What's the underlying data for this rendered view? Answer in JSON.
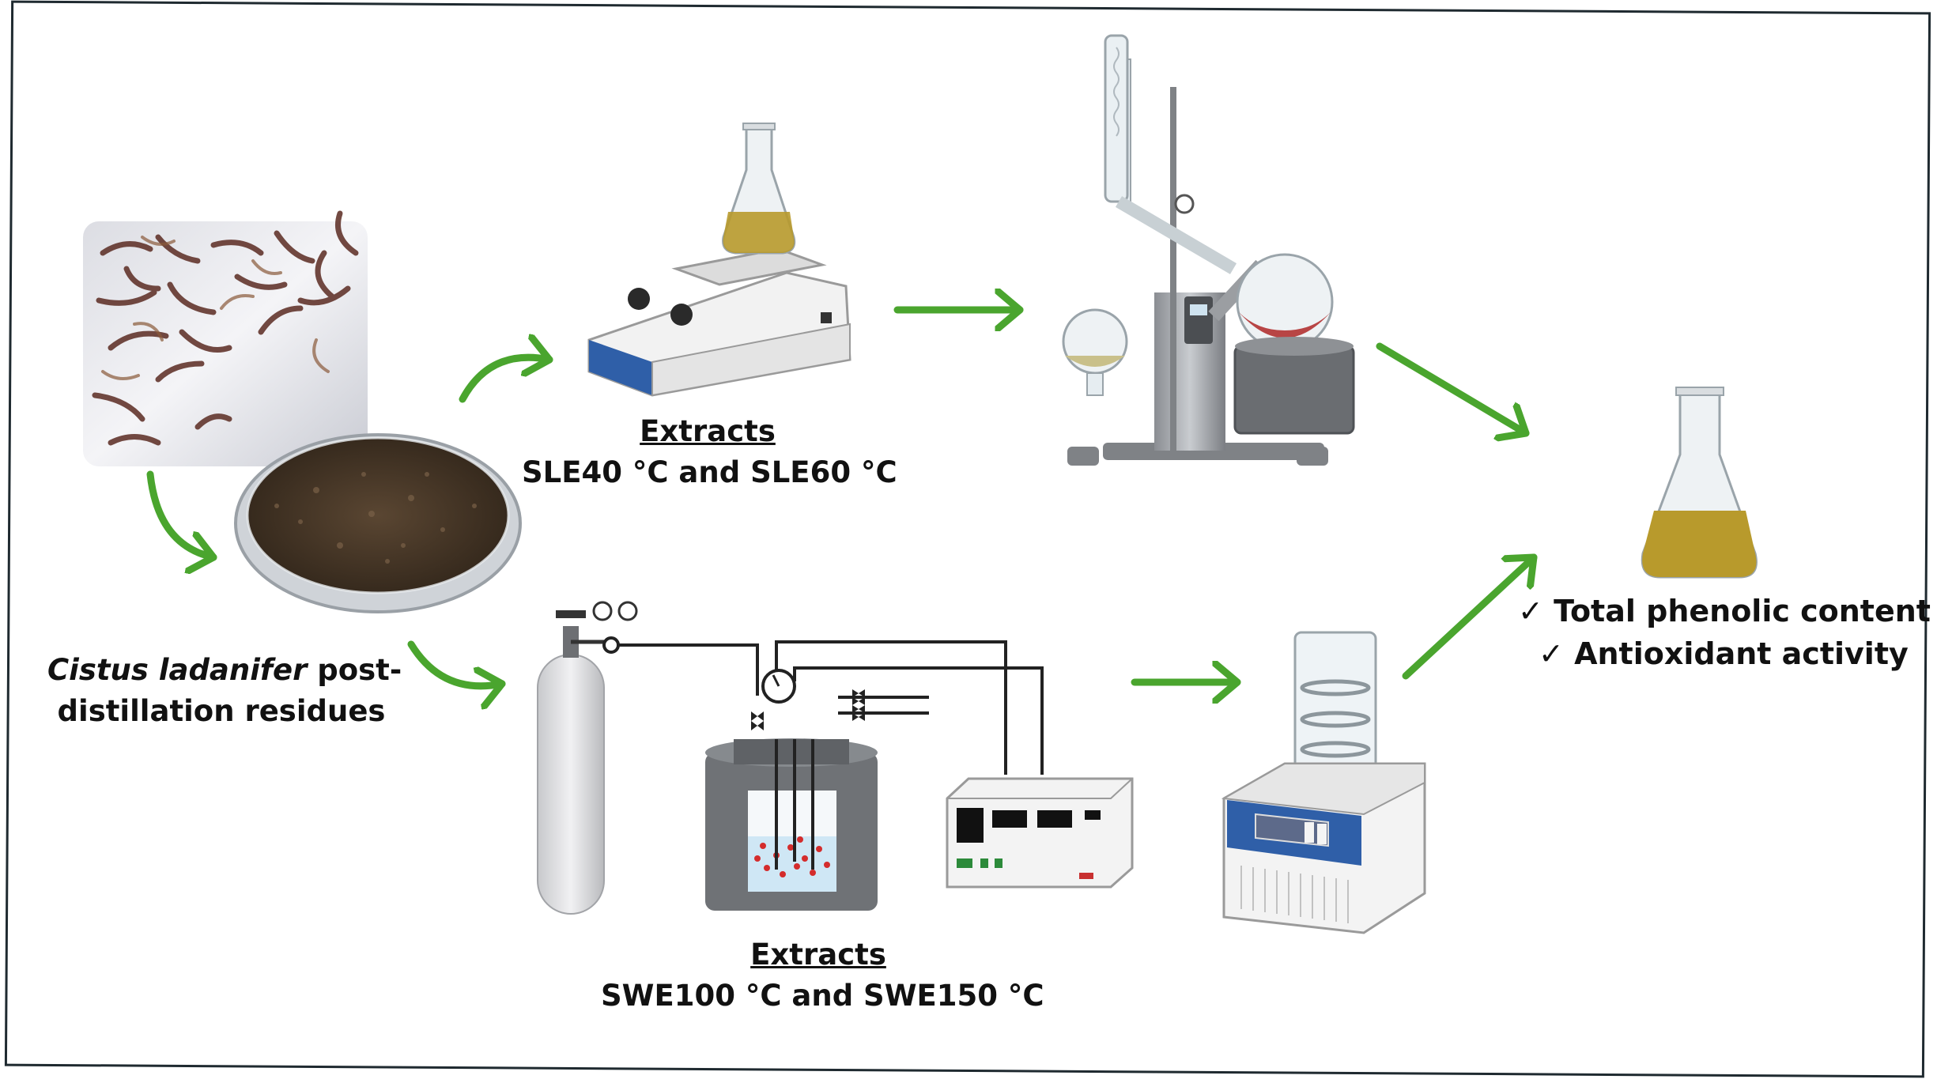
{
  "labels": {
    "residues_italic": "Cistus ladanifer",
    "residues_rest1": " post-",
    "residues_line2": "distillation residues",
    "sle_title": "Extracts",
    "sle_text": "SLE40 °C and SLE60 °C",
    "swe_title": "Extracts",
    "swe_text": "SWE100 °C and SWE150 °C"
  },
  "results": {
    "check": "✓",
    "items": [
      "Total phenolic content",
      "Antioxidant activity"
    ]
  },
  "colors": {
    "arrow": "#4aa52e",
    "frame": "#1f2a30",
    "extract_liquid": "#b89a2c",
    "rotavap_liquid": "#b84545",
    "plate_blue": "#2f5fa8"
  }
}
